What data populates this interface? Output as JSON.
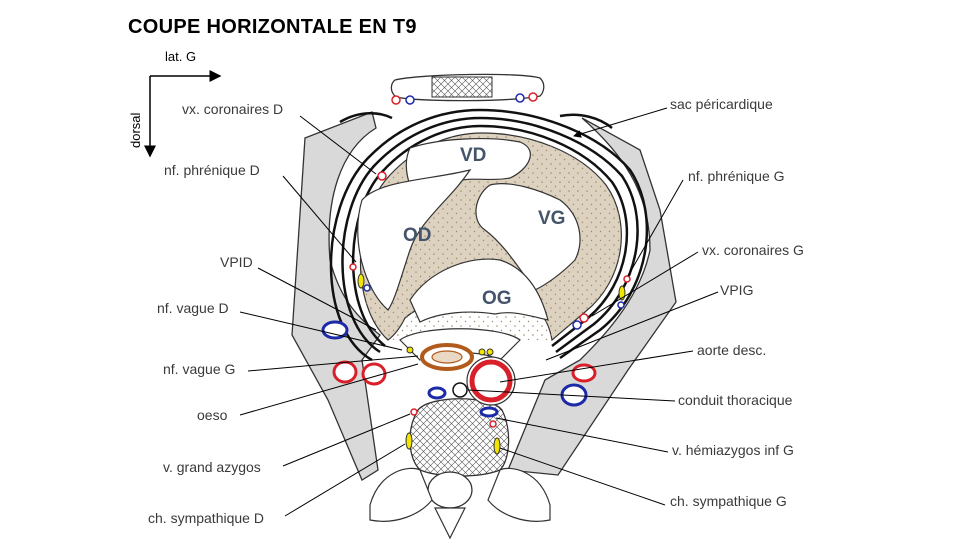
{
  "title": "COUPE HORIZONTALE EN T9",
  "axes": {
    "lateral": "lat. G",
    "dorsal": "dorsal"
  },
  "chambers": {
    "vd": "VD",
    "od": "OD",
    "vg": "VG",
    "og": "OG"
  },
  "labels_left": {
    "vx_coronaires_d": "vx. coronaires D",
    "nf_phrenique_d": "nf. phrénique D",
    "vpid": "VPID",
    "nf_vague_d": "nf. vague D",
    "nf_vague_g": "nf. vague G",
    "oeso": "oeso",
    "v_grand_azygos": "v. grand azygos",
    "ch_sympathique_d": "ch. sympathique D"
  },
  "labels_right": {
    "sac_pericardique": "sac péricardique",
    "nf_phrenique_g": "nf. phrénique G",
    "vx_coronaires_g": "vx. coronaires G",
    "vpig": "VPIG",
    "aorte_desc": "aorte desc.",
    "conduit_thoracique": "conduit thoracique",
    "v_hemiazygos_inf_g": "v. hémiazygos inf G",
    "ch_sympathique_g": "ch. sympathique G"
  },
  "colors": {
    "lung": "#d9d9d9",
    "myocardium": "#ddd1bf",
    "artery": "#d9202a",
    "vein": "#1c2aa8",
    "nerve": "#f2e600",
    "chamber_text": "#44546a"
  }
}
